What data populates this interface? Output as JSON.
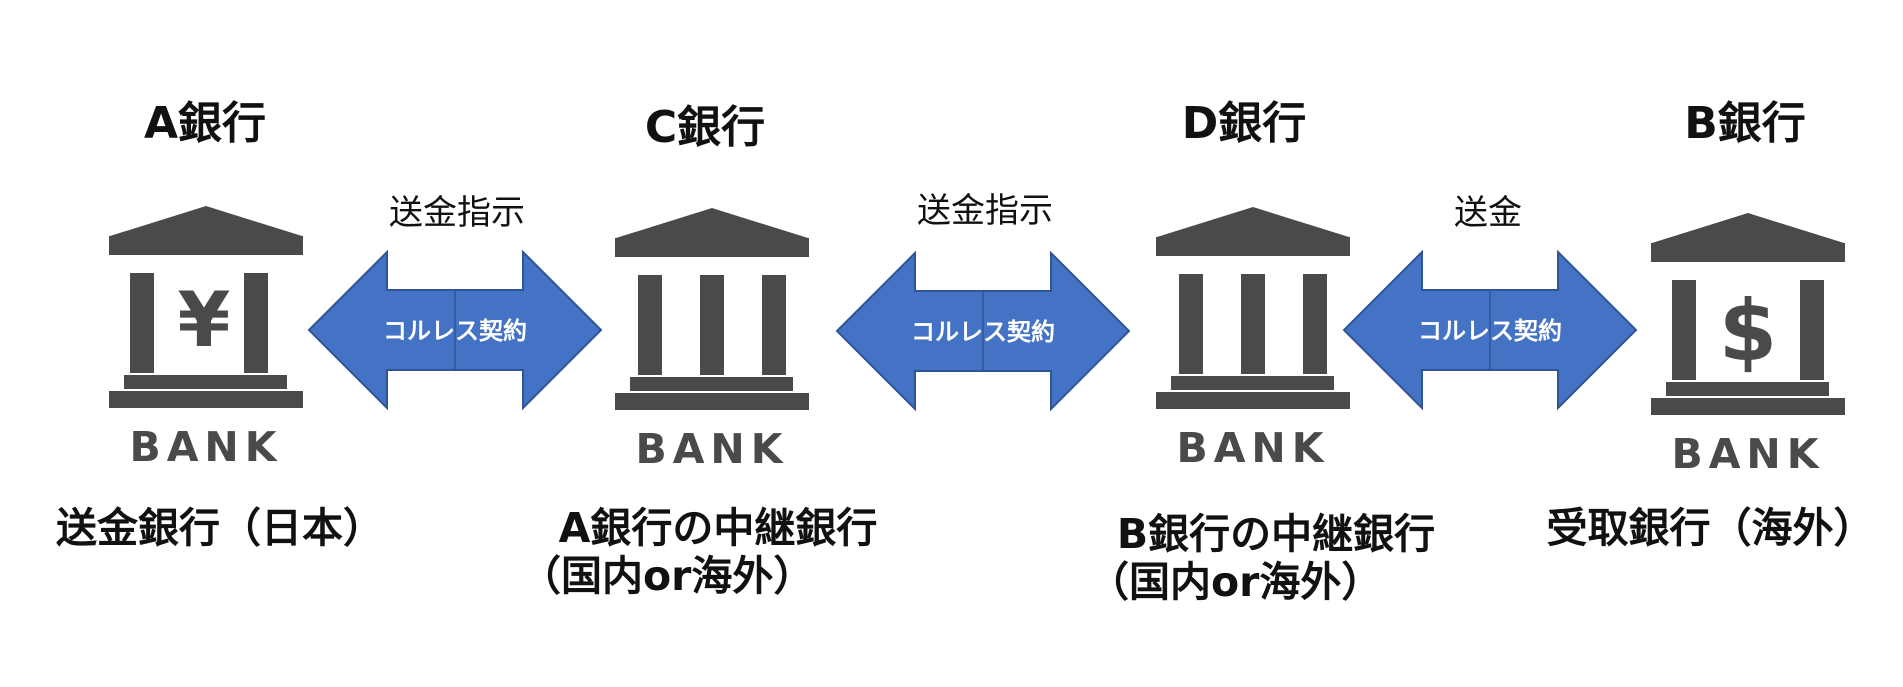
{
  "banks": [
    {
      "title": "A銀行",
      "role_lines": [
        "送金銀行（日本）"
      ],
      "symbol": "¥",
      "icon": "bank-yen-icon"
    },
    {
      "title": "C銀行",
      "role_lines": [
        "A銀行の中継銀行",
        "（国内or海外）"
      ],
      "symbol": "",
      "icon": "bank-icon"
    },
    {
      "title": "D銀行",
      "role_lines": [
        "B銀行の中継銀行",
        "（国内or海外）"
      ],
      "symbol": "",
      "icon": "bank-icon"
    },
    {
      "title": "B銀行",
      "role_lines": [
        "受取銀行（海外）"
      ],
      "symbol": "$",
      "icon": "bank-dollar-icon"
    }
  ],
  "bank_word": "BANK",
  "links": [
    {
      "top_label": "送金指示",
      "inner_label": "コルレス契約"
    },
    {
      "top_label": "送金指示",
      "inner_label": "コルレス契約"
    },
    {
      "top_label": "送金",
      "inner_label": "コルレス契約"
    }
  ],
  "colors": {
    "arrow_fill": "#4472c4",
    "arrow_stroke": "#2f5597",
    "icon": "#4a4a4a",
    "text": "#111111"
  }
}
